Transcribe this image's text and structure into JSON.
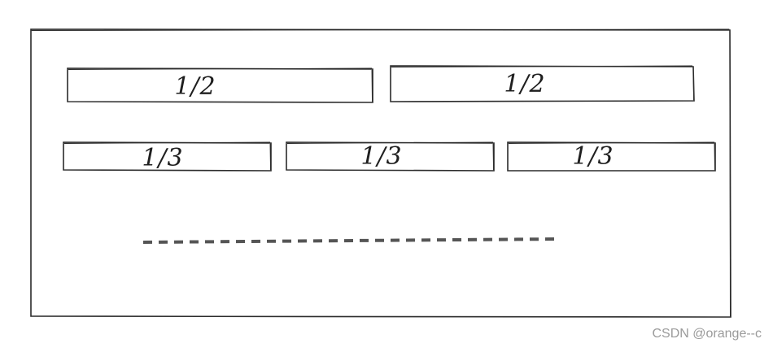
{
  "row_half": {
    "cells": [
      {
        "label": "1/2"
      },
      {
        "label": "1/2"
      }
    ]
  },
  "row_third": {
    "cells": [
      {
        "label": "1/3"
      },
      {
        "label": "1/3"
      },
      {
        "label": "1/3"
      }
    ]
  },
  "watermark": "CSDN @orange--c",
  "colors": {
    "stroke": "#2b2b2b",
    "dashed": "#555555",
    "watermark": "#9a9a9a"
  }
}
